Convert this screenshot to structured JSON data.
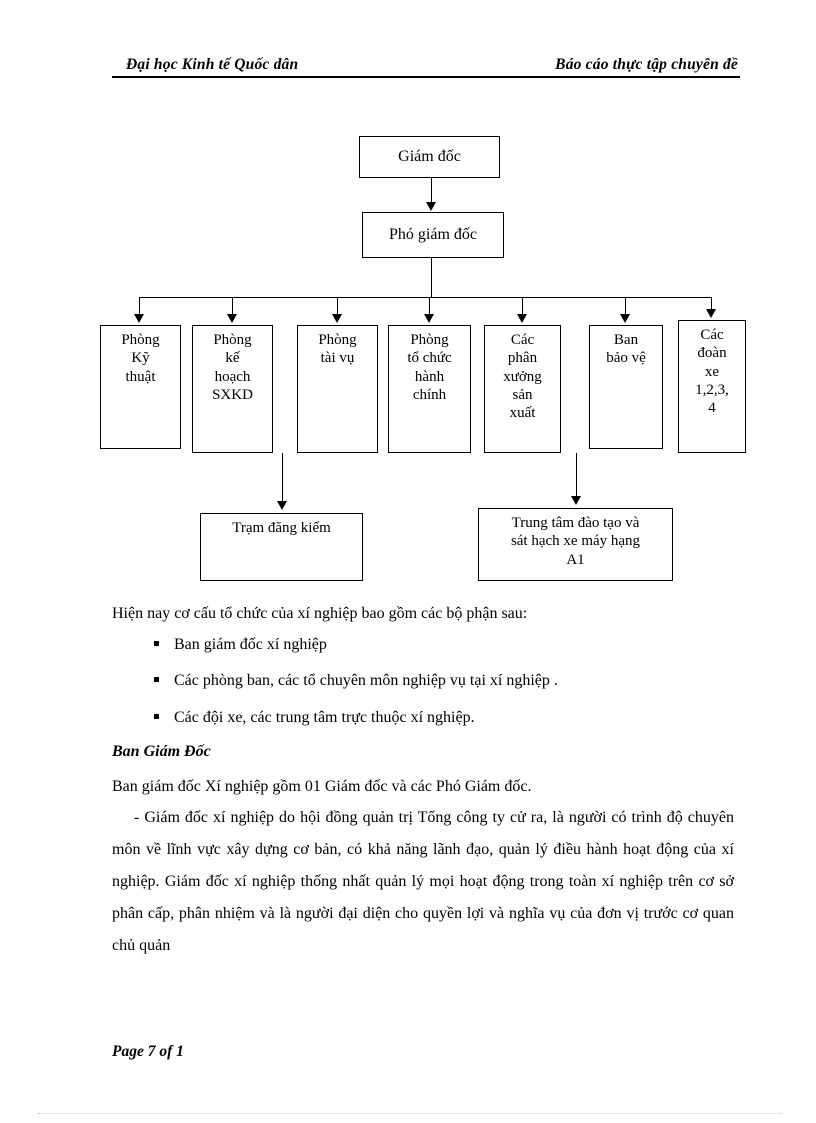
{
  "header": {
    "left": "Đại học Kinh tế Quốc dân",
    "right": "Báo cáo thực tập chuyên đề"
  },
  "org_chart": {
    "director": "Giám đốc",
    "vice_director": "Phó giám đốc",
    "departments": [
      "Phòng\nKỹ\nthuật",
      "Phòng\nkế\nhoạch\nSXKD",
      "Phòng\ntài vụ",
      "Phòng\ntổ chức\nhành\nchính",
      "Các\nphân\nxưởng\nsản\nxuất",
      "Ban\nbảo vệ",
      "Các\nđoàn\nxe\n1,2,3,\n4"
    ],
    "sub_units": [
      "Trạm đăng kiểm",
      "Trung tâm đào tạo và\nsát hạch xe máy hạng\nA1"
    ]
  },
  "body": {
    "intro": "Hiện nay cơ cấu tổ chức của xí nghiệp bao gồm các bộ phận sau:",
    "bullets": [
      "Ban giám đốc xí nghiệp",
      "Các phòng ban, các tổ chuyên môn nghiệp vụ tại xí nghiệp .",
      "Các đội xe, các trung tâm trực thuộc xí nghiệp."
    ],
    "section_heading": "Ban Giám Đốc",
    "paragraph_1": "Ban giám đốc Xí nghiệp gồm 01 Giám đốc và các Phó Giám đốc.",
    "paragraph_2": "- Giám đốc xí nghiệp do hội đồng quản trị Tổng công ty cử ra, là người có trình độ chuyên môn về lĩnh vực xây dựng cơ bản, có khả năng lãnh đạo, quản lý điều hành hoạt động của xí nghiệp. Giám đốc xí nghiệp thống nhất quản lý mọi hoạt động trong toàn xí nghiệp trên cơ sở phân cấp, phân nhiệm và là người đại diện cho quyền lợi và nghĩa vụ của đơn vị trước cơ quan chủ quản"
  },
  "footer": {
    "page_label": "Page 7 of 1"
  }
}
